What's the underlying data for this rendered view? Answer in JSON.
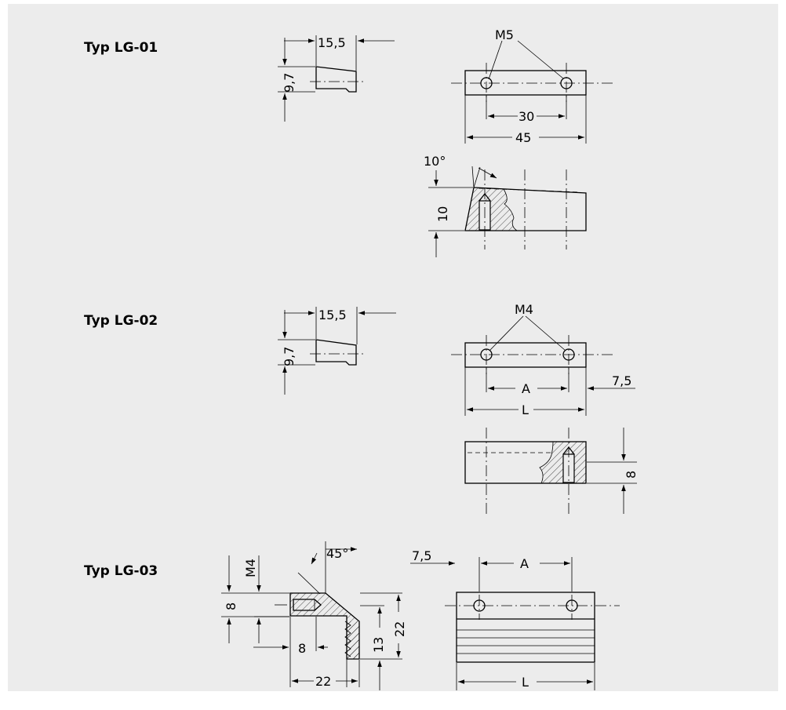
{
  "colors": {
    "background": "#ececec",
    "line": "#000000"
  },
  "parts": [
    {
      "title": "Typ LG-01",
      "dims": {
        "width": "15,5",
        "height": "9,7",
        "thread": "M5",
        "hole_spacing": "30",
        "length": "45",
        "angle": "10°",
        "depth": "10"
      }
    },
    {
      "title": "Typ LG-02",
      "dims": {
        "width": "15,5",
        "height": "9,7",
        "thread": "M4",
        "hole_spacing": "A",
        "edge_offset": "7,5",
        "length": "L",
        "depth": "8"
      }
    },
    {
      "title": "Typ LG-03",
      "dims": {
        "thread": "M4",
        "angle": "45°",
        "thread_depth": "8",
        "inner_width": "8",
        "height_inner": "13",
        "height": "22",
        "width": "22",
        "edge_offset": "7,5",
        "hole_spacing": "A",
        "length": "L"
      }
    }
  ]
}
